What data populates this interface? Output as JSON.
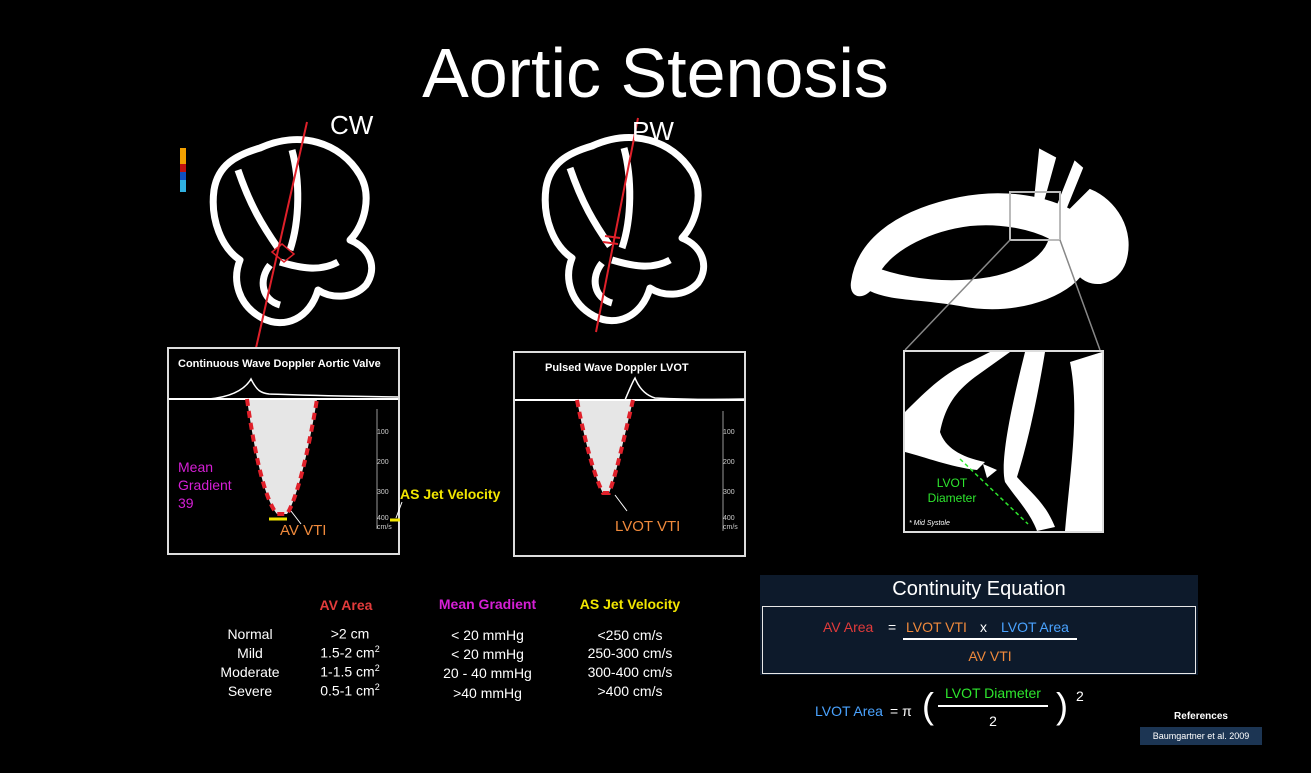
{
  "slide": {
    "title": "Aortic Stenosis"
  },
  "views": {
    "cw_label": "CW",
    "pw_label": "PW",
    "cw_panel_title": "Continuous Wave Doppler Aortic Valve",
    "pw_panel_title": "Pulsed Wave Doppler LVOT",
    "ticks": [
      "100",
      "200",
      "300",
      "400"
    ],
    "tick_unit": "cm/s",
    "mean_gradient_label": "Mean Gradient",
    "mean_gradient_lines": [
      "Mean",
      "Gradient",
      "39"
    ],
    "as_jet_velocity_label": "AS Jet Velocity",
    "av_vti_label": "AV VTI",
    "lvot_vti_label": "LVOT VTI",
    "lvot_diameter_lines": [
      "LVOT",
      "Diameter"
    ],
    "mid_systole_note": "* Mid Systole"
  },
  "grading_table": {
    "headers": [
      "AV Area",
      "Mean Gradient",
      "AS Jet Velocity"
    ],
    "header_colors": [
      "#e23b3b",
      "#d61fd6",
      "#f2e600"
    ],
    "rows": [
      {
        "grade": "Normal",
        "area": ">2 cm",
        "area_sup": "",
        "gradient": "< 20 mmHg",
        "velocity": "<250 cm/s"
      },
      {
        "grade": "Mild",
        "area": "1.5-2 cm",
        "area_sup": "2",
        "gradient": "< 20 mmHg",
        "velocity": "250-300 cm/s"
      },
      {
        "grade": "Moderate",
        "area": "1-1.5 cm",
        "area_sup": "2",
        "gradient": "20 - 40 mmHg",
        "velocity": "300-400 cm/s"
      },
      {
        "grade": "Severe",
        "area": "0.5-1 cm",
        "area_sup": "2",
        "gradient": ">40 mmHg",
        "velocity": ">400 cm/s"
      }
    ]
  },
  "continuity": {
    "title": "Continuity Equation",
    "lhs": "AV Area",
    "equals": "=",
    "num_left": "LVOT VTI",
    "times": "x",
    "num_right": "LVOT Area",
    "denominator": "AV VTI",
    "area_lhs": "LVOT Area",
    "area_eq": "= π",
    "area_num": "LVOT Diameter",
    "area_den": "2",
    "area_exp": "2"
  },
  "references": {
    "heading": "References",
    "citation": "Baumgartner et al. 2009"
  },
  "colors": {
    "red": "#e23b3b",
    "magenta": "#d61fd6",
    "yellow": "#f2e600",
    "orange": "#f08a3c",
    "green": "#2ee62e",
    "blue": "#4aa3ff"
  }
}
